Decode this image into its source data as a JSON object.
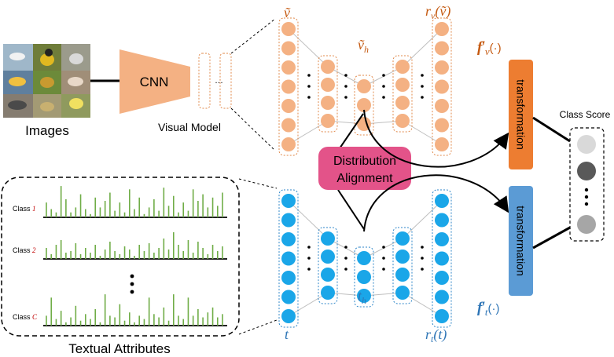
{
  "images_label": "Images",
  "cnn_label": "CNN",
  "visual_model_label": "Visual Model",
  "textual_attributes_label": "Textual Attributes",
  "distribution_alignment": {
    "line1": "Distribution",
    "line2": "Alignment"
  },
  "transformation_label": "transformation",
  "class_score_label": "Class Score",
  "ellipsis": "…",
  "visual_math": {
    "v": "ṽ",
    "v_h": "ṽ",
    "h_sub": "h",
    "r_v": "r",
    "v_sub": "v",
    "r_v_arg": "(ṽ)"
  },
  "text_math": {
    "t": "t",
    "t_h": "t",
    "h_sub": "h",
    "r_t": "r",
    "t_sub": "t",
    "r_t_arg": "(t)"
  },
  "f_v": {
    "f": "f",
    "prime": "′",
    "sub": "v",
    "arg": "(·)"
  },
  "f_t": {
    "f": "f",
    "prime": "′",
    "sub": "t",
    "arg": "(·)"
  },
  "class_rows": [
    {
      "prefix": "Class ",
      "idx": "1"
    },
    {
      "prefix": "Class ",
      "idx": "2"
    },
    {
      "prefix": "Class ",
      "idx": "C"
    }
  ],
  "attribute_values": [
    [
      0.45,
      0.25,
      0.15,
      0.95,
      0.55,
      0.15,
      0.3,
      0.7,
      0.25,
      0.1,
      0.6,
      0.3,
      0.5,
      0.75,
      0.2,
      0.45,
      0.15,
      0.85,
      0.25,
      0.6,
      0.1,
      0.3,
      0.55,
      0.2,
      0.9,
      0.35,
      0.65,
      0.15,
      0.45,
      0.2,
      0.85,
      0.5,
      0.7,
      0.3,
      0.6,
      0.35,
      0.75
    ],
    [
      0.35,
      0.15,
      0.45,
      0.6,
      0.2,
      0.25,
      0.5,
      0.15,
      0.35,
      0.2,
      0.45,
      0.1,
      0.3,
      0.55,
      0.25,
      0.15,
      0.4,
      0.3,
      0.1,
      0.45,
      0.25,
      0.5,
      0.2,
      0.35,
      0.65,
      0.3,
      0.85,
      0.45,
      0.25,
      0.6,
      0.2,
      0.55,
      0.35,
      0.15,
      0.45,
      0.25,
      0.4
    ],
    [
      0.3,
      0.85,
      0.2,
      0.45,
      0.1,
      0.25,
      0.6,
      0.15,
      0.35,
      0.2,
      0.5,
      0.1,
      0.95,
      0.3,
      0.25,
      0.65,
      0.15,
      0.4,
      0.1,
      0.3,
      0.2,
      0.85,
      0.35,
      0.25,
      0.55,
      0.15,
      0.95,
      0.3,
      0.2,
      0.85,
      0.3,
      0.5,
      0.25,
      0.4,
      0.55,
      0.25,
      0.35
    ]
  ],
  "class_scores": [
    "light",
    "dark",
    "gray"
  ],
  "colors": {
    "orange": "#f4b183",
    "orange_stroke": "#e0884a",
    "blue": "#1aa6e8",
    "blue_stroke": "#2d86c8",
    "pink": "#e35389",
    "transform_orange": "#ed7d31",
    "transform_blue": "#5b9bd5",
    "bar_green": "#70ad47",
    "label_orange": "#c55a11",
    "label_blue": "#2e75b6"
  }
}
